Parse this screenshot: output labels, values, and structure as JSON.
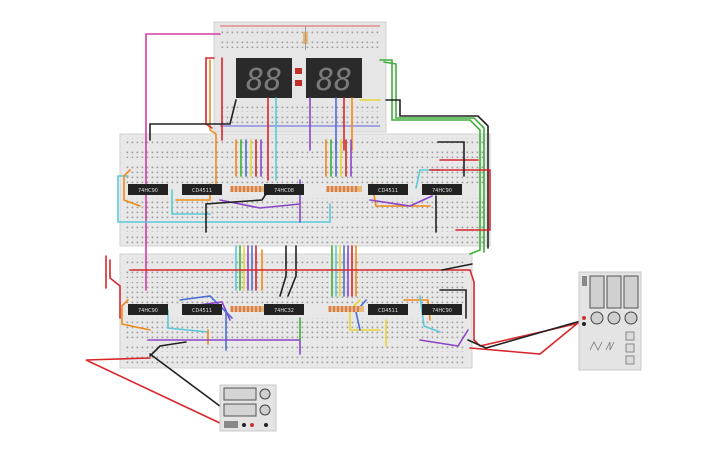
{
  "circuit": {
    "chips": {
      "top_left": "74HC90",
      "top_left2": "CD4511",
      "top_mid": "74HC08",
      "top_right2": "CD4511",
      "top_right": "74HC90",
      "bot_left": "74HC90",
      "bot_left2": "CD4511",
      "bot_mid": "74HC32",
      "bot_right2": "CD4511",
      "bot_right": "74HC90"
    },
    "display": {
      "left_digits": "88",
      "right_digits": "88"
    }
  },
  "colors": {
    "breadboard": "#e8e8e8",
    "chip": "#222222",
    "display_red": "#c0302b",
    "wire_red": "#d9262b",
    "wire_black": "#222222",
    "wire_orange": "#ef8a18",
    "wire_green": "#3fae3a",
    "wire_blue": "#4a6fd6",
    "wire_purple": "#8a46c7",
    "wire_cyan": "#5cc9d8",
    "wire_yellow": "#e8d534",
    "wire_pink": "#d43ba3"
  },
  "instruments": {
    "function_generator_icon": "function-generator-icon",
    "power_supply_icon": "power-supply-icon"
  }
}
